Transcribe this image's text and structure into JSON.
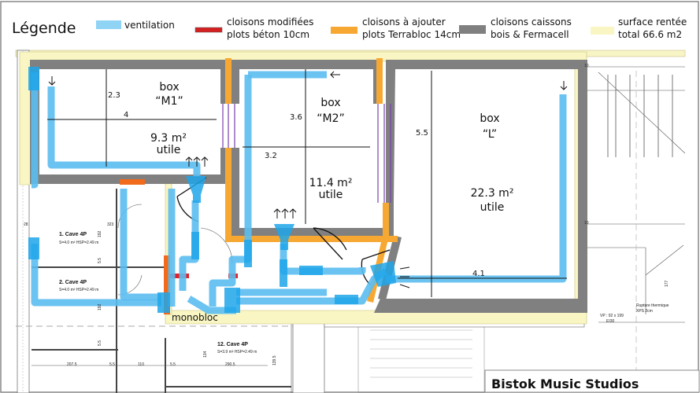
{
  "legend": {
    "title": "Légende",
    "items": [
      {
        "label": "ventilation",
        "color": "#8fd3f5"
      },
      {
        "line1": "cloisons modifiées",
        "line2": "plots béton 10cm",
        "color": "#d42020"
      },
      {
        "line1": "cloisons à ajouter",
        "line2": "plots Terrabloc 14cm",
        "color": "#f7a833"
      },
      {
        "line1": "cloisons caissons",
        "line2": "bois & Fermacell",
        "color": "#808080"
      },
      {
        "line1": "surface rentée",
        "line2": "total 66.6 m2",
        "color": "#f9f6c3"
      }
    ]
  },
  "rooms": {
    "m1": {
      "line1": "box",
      "line2": "“M1”",
      "area": "9.3 m²",
      "utile": "utile",
      "dim_h": "2.3",
      "dim_w": "4"
    },
    "m2": {
      "line1": "box",
      "line2": "“M2”",
      "area": "11.4 m²",
      "utile": "utile",
      "dim_h": "3.6",
      "dim_w": "3.2"
    },
    "l": {
      "line1": "box",
      "line2": "“L”",
      "area": "22.3 m²",
      "utile": "utile",
      "dim_h": "5.5",
      "dim_w": "4.1"
    }
  },
  "labels": {
    "monobloc": "monobloc",
    "cave1": "1. Cave 4P",
    "cave1_sub": "S=4.0 m² HSP=2.49 m",
    "cave2": "2. Cave 4P",
    "cave2_sub": "S=4.0 m² HSP=2.49 m",
    "cave12": "12. Cave 4P",
    "cave12_sub": "S=3.9 m² HSP=2.49 m",
    "vp": "VP : 92 x 199",
    "ei": "EI30",
    "rupture": "Rupture thermique",
    "xps": "XPS 2cm"
  },
  "dims": {
    "d323": "323",
    "d192a": "192",
    "d192b": "192",
    "d55a": "5.5",
    "d55b": "5.5",
    "d55c": "5.5",
    "d55d": "5.5",
    "d2075": "207.5",
    "d110": "110",
    "d2905": "290.5",
    "d134": "134",
    "d1395": "139.5",
    "d28": "28",
    "d10a": "10",
    "d10b": "10",
    "d177": "177"
  },
  "title_block": {
    "title": "Bistok Music Studios"
  }
}
